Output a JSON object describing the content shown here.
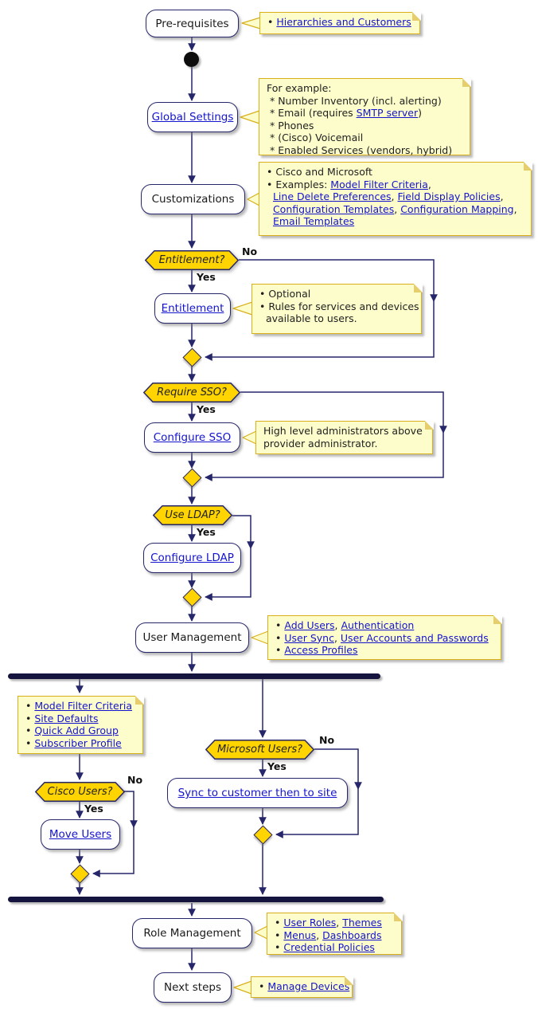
{
  "colors": {
    "decision_fill": "#FFD400",
    "line_navy": "#26266B",
    "bar_navy": "#14143F",
    "note_bg": "#FDFDCB",
    "note_border": "#D9B01C",
    "link_blue": "#1414CE"
  },
  "activities": {
    "prerequisites": "Pre-requisites",
    "global_settings": "Global Settings",
    "customizations": "Customizations",
    "entitlement": "Entitlement",
    "configure_sso": "Configure SSO",
    "configure_ldap": "Configure LDAP",
    "user_management": "User Management",
    "move_users": "Move Users",
    "sync_to_site": "Sync to customer then to site",
    "role_management": "Role Management",
    "next_steps": "Next steps"
  },
  "decisions": {
    "entitlement": "Entitlement?",
    "require_sso": "Require SSO?",
    "use_ldap": "Use LDAP?",
    "cisco_users": "Cisco Users?",
    "microsoft_users": "Microsoft Users?"
  },
  "branch_labels": {
    "yes": "Yes",
    "no": "No"
  },
  "notes": {
    "prerequisites": {
      "lines": [
        [
          {
            "t": "• "
          },
          {
            "t": "Hierarchies and Customers",
            "l": true
          }
        ]
      ]
    },
    "global_settings": {
      "lines": [
        [
          {
            "t": "For example:"
          }
        ],
        [
          {
            "t": " * Number Inventory (incl. alerting)"
          }
        ],
        [
          {
            "t": " * Email (requires "
          },
          {
            "t": "SMTP server",
            "l": true
          },
          {
            "t": ")"
          }
        ],
        [
          {
            "t": " * Phones"
          }
        ],
        [
          {
            "t": " * (Cisco) Voicemail"
          }
        ],
        [
          {
            "t": " * Enabled Services (vendors, hybrid)"
          }
        ]
      ]
    },
    "customizations": {
      "lines": [
        [
          {
            "t": "• Cisco and Microsoft"
          }
        ],
        [
          {
            "t": "• Examples: "
          },
          {
            "t": "Model Filter Criteria",
            "l": true
          },
          {
            "t": ","
          }
        ],
        [
          {
            "t": "  "
          },
          {
            "t": "Line Delete Preferences",
            "l": true
          },
          {
            "t": ", "
          },
          {
            "t": "Field Display Policies",
            "l": true
          },
          {
            "t": ","
          }
        ],
        [
          {
            "t": "  "
          },
          {
            "t": "Configuration Templates",
            "l": true
          },
          {
            "t": ", "
          },
          {
            "t": "Configuration Mapping",
            "l": true
          },
          {
            "t": ","
          }
        ],
        [
          {
            "t": "  "
          },
          {
            "t": "Email Templates",
            "l": true
          }
        ]
      ]
    },
    "entitlement": {
      "lines": [
        [
          {
            "t": "• Optional"
          }
        ],
        [
          {
            "t": "• Rules for services and devices"
          }
        ],
        [
          {
            "t": "  available to users."
          }
        ]
      ]
    },
    "configure_sso": {
      "lines": [
        [
          {
            "t": "High level administrators above"
          }
        ],
        [
          {
            "t": "provider administrator."
          }
        ]
      ]
    },
    "user_management": {
      "lines": [
        [
          {
            "t": "• "
          },
          {
            "t": "Add Users",
            "l": true
          },
          {
            "t": ", "
          },
          {
            "t": "Authentication",
            "l": true
          }
        ],
        [
          {
            "t": "• "
          },
          {
            "t": "User Sync",
            "l": true
          },
          {
            "t": ", "
          },
          {
            "t": "User Accounts and Passwords",
            "l": true
          }
        ],
        [
          {
            "t": "• "
          },
          {
            "t": "Access Profiles",
            "l": true
          }
        ]
      ]
    },
    "site_setup": {
      "lines": [
        [
          {
            "t": "• "
          },
          {
            "t": "Model Filter Criteria",
            "l": true
          }
        ],
        [
          {
            "t": "• "
          },
          {
            "t": "Site Defaults",
            "l": true
          }
        ],
        [
          {
            "t": "• "
          },
          {
            "t": "Quick Add Group",
            "l": true
          }
        ],
        [
          {
            "t": "• "
          },
          {
            "t": "Subscriber Profile",
            "l": true
          }
        ]
      ]
    },
    "role_management": {
      "lines": [
        [
          {
            "t": "• "
          },
          {
            "t": "User Roles",
            "l": true
          },
          {
            "t": ", "
          },
          {
            "t": "Themes",
            "l": true
          }
        ],
        [
          {
            "t": "• "
          },
          {
            "t": "Menus",
            "l": true
          },
          {
            "t": ", "
          },
          {
            "t": "Dashboards",
            "l": true
          }
        ],
        [
          {
            "t": "• "
          },
          {
            "t": "Credential Policies",
            "l": true
          }
        ]
      ]
    },
    "next_steps": {
      "lines": [
        [
          {
            "t": "• "
          },
          {
            "t": "Manage Devices",
            "l": true
          }
        ]
      ]
    }
  }
}
